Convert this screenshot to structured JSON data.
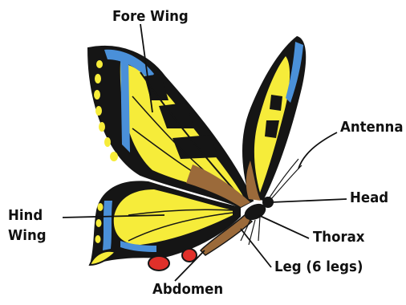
{
  "labels": {
    "fore_wing": "Fore Wing",
    "antenna": "Antenna",
    "head": "Head",
    "hind_wing_line1": "Hind",
    "hind_wing_line2": "Wing",
    "thorax": "Thorax",
    "leg": "Leg (6 legs)",
    "abdomen": "Abdomen"
  },
  "colors": {
    "wing_yellow": "#f6ec3a",
    "wing_black": "#151515",
    "wing_blue": "#4a90d9",
    "body_brown": "#9b6a3a",
    "eyespot_red": "#e0302a",
    "leader_line": "#111111"
  }
}
